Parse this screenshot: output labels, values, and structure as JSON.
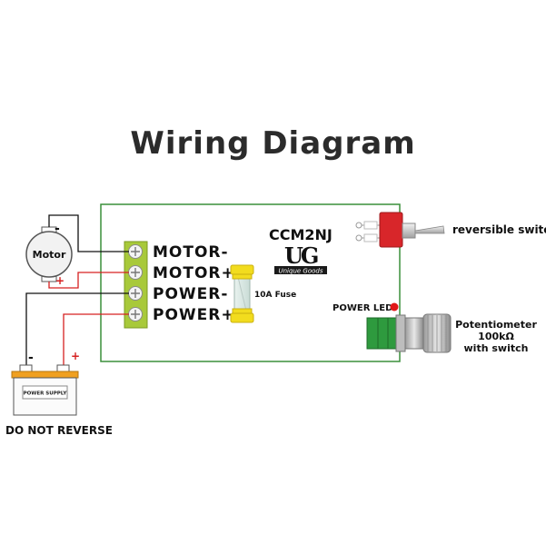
{
  "title": "Wiring Diagram",
  "board": {
    "model": "CCM2NJ",
    "brand_logo": "UG",
    "brand_text": "Unique Goods",
    "fuse_label": "10A Fuse",
    "power_led_label": "POWER  LED"
  },
  "terminals": [
    {
      "label": "MOTOR-"
    },
    {
      "label": "MOTOR+"
    },
    {
      "label": "POWER-"
    },
    {
      "label": "POWER+"
    }
  ],
  "external": {
    "switch_label": "reversible switch",
    "pot_label_1": "Potentiometer",
    "pot_label_2": "100kΩ",
    "pot_label_3": "with switch",
    "motor_label": "Motor",
    "motor_minus": "-",
    "motor_plus": "+",
    "battery_label": "POWER SUPPLY",
    "battery_minus": "-",
    "battery_plus": "+",
    "warning": "DO NOT REVERSE"
  },
  "colors": {
    "board_border": "#3a8f3a",
    "terminal_green": "#a8c93a",
    "wire_red": "#d62020",
    "wire_black": "#111111",
    "fuse_yellow": "#f2dc1e",
    "led_red": "#e01818",
    "switch_red": "#d8262a",
    "pot_green": "#2e9a3e",
    "battery_orange": "#f0a020"
  }
}
